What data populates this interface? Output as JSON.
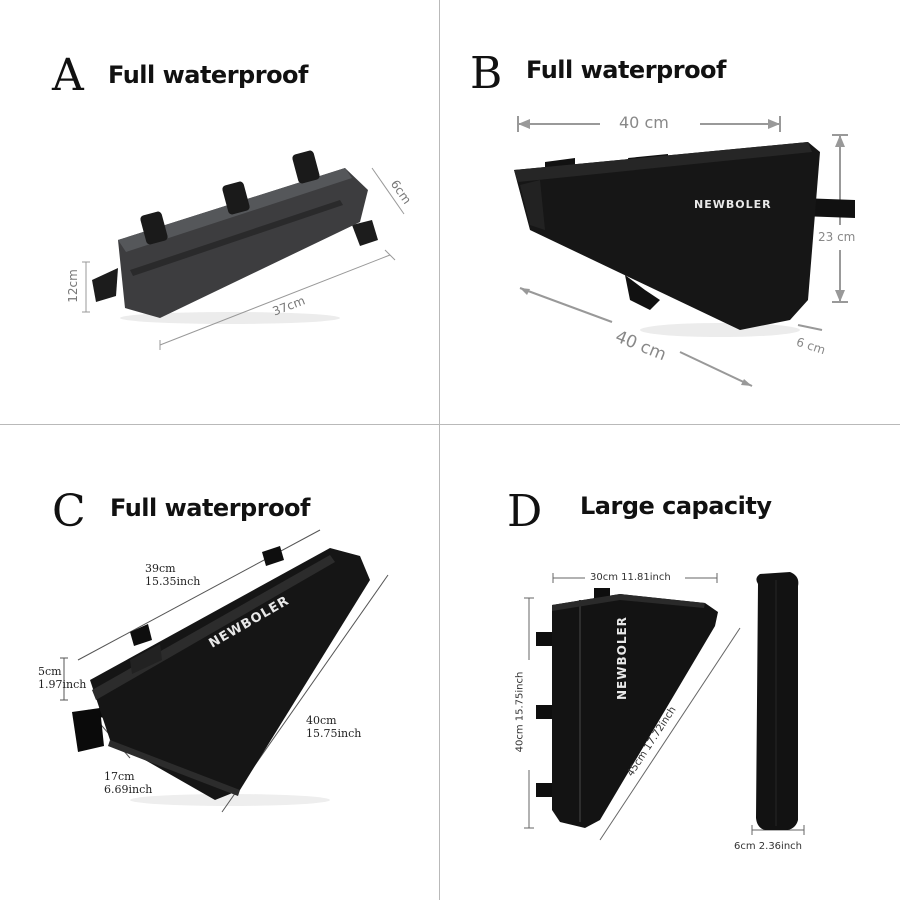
{
  "panels": [
    {
      "letter": "A",
      "heading": "Full waterproof",
      "dims": {
        "length": "37cm",
        "height": "12cm",
        "depth": "6cm"
      }
    },
    {
      "letter": "B",
      "heading": "Full waterproof",
      "brand": "NEWBOLER",
      "dims": {
        "top": "40 cm",
        "height": "23 cm",
        "bottom": "40 cm",
        "depth": "6 cm"
      }
    },
    {
      "letter": "C",
      "heading": "Full waterproof",
      "brand": "NEWBOLER",
      "dims": {
        "top": "39cm\n15.35inch",
        "depth": "5cm\n1.97inch",
        "side": "40cm\n15.75inch",
        "bottom": "17cm\n6.69inch"
      }
    },
    {
      "letter": "D",
      "heading": "Large capacity",
      "brand": "NEWBOLER",
      "dims": {
        "top": "30cm  11.81inch",
        "height": "40cm  15.75inch",
        "diagonal": "45cm  17.72inch",
        "thickness": "6cm  2.36inch"
      }
    }
  ],
  "colors": {
    "divider": "#b9b9b9",
    "bag_grey": "#3e3e40",
    "bag_black": "#141414",
    "dimension_grey": "#888888"
  }
}
